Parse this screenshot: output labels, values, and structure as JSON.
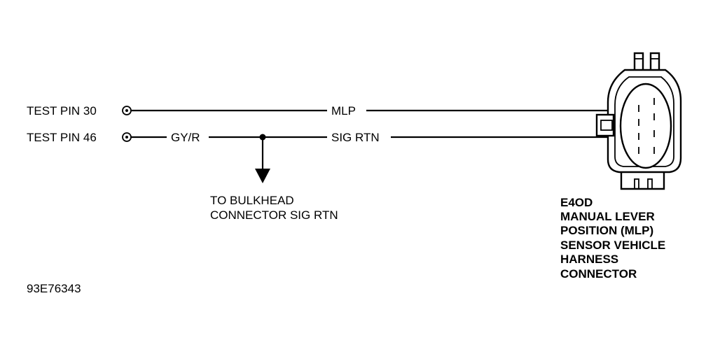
{
  "test_pins": [
    {
      "label": "TEST PIN 30"
    },
    {
      "label": "TEST PIN 46"
    }
  ],
  "wires": {
    "mlp": "MLP",
    "gy_r": "GY/R",
    "sig_rtn": "SIG RTN"
  },
  "bulkhead_note": [
    "TO BULKHEAD",
    "CONNECTOR SIG RTN"
  ],
  "connector_caption": [
    "E4OD",
    "MANUAL LEVER",
    "POSITION (MLP)",
    "SENSOR VEHICLE",
    "HARNESS",
    "CONNECTOR"
  ],
  "figure_id": "93E76343"
}
